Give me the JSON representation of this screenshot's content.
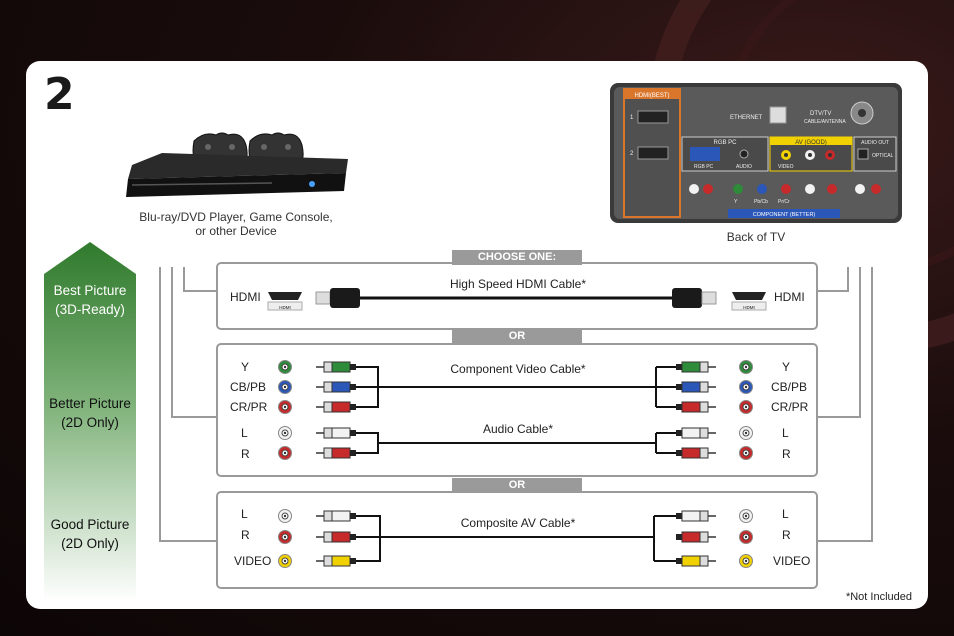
{
  "step": "2",
  "device": {
    "caption_line1": "Blu-ray/DVD Player, Game Console,",
    "caption_line2": "or other Device"
  },
  "tv": {
    "caption": "Back of TV",
    "panel_labels": {
      "hdmi_best": "HDMI(BEST)",
      "port1": "1",
      "port2": "2",
      "ethernet": "ETHERNET",
      "dtv": "DTV/TV",
      "cable_antenna": "CABLE/ANTENNA",
      "rgb_pc": "RGB PC",
      "rgb_pc_port": "RGB PC",
      "audio": "AUDIO",
      "av_good": "AV (GOOD)",
      "video": "VIDEO",
      "audio_out": "AUDIO OUT",
      "optical": "OPTICAL",
      "y": "Y",
      "pb": "Pb/Cb",
      "pr": "Pr/Cr",
      "component_better": "COMPONENT (BETTER)"
    }
  },
  "quality": [
    {
      "line1": "Best Picture",
      "line2": "(3D-Ready)"
    },
    {
      "line1": "Better Picture",
      "line2": "(2D Only)"
    },
    {
      "line1": "Good Picture",
      "line2": "(2D Only)"
    }
  ],
  "choose_one": "CHOOSE ONE:",
  "or_label": "OR",
  "hdmi": {
    "left_label": "HDMI",
    "right_label": "HDMI",
    "cable": "High Speed HDMI Cable*",
    "port_text": "HDMI"
  },
  "component": {
    "cable": "Component Video Cable*",
    "labels_left": [
      "Y",
      "CB/PB",
      "CR/PR"
    ],
    "labels_right": [
      "Y",
      "CB/PB",
      "CR/PR"
    ]
  },
  "audio": {
    "cable": "Audio Cable*",
    "labels_left": [
      "L",
      "R"
    ],
    "labels_right": [
      "L",
      "R"
    ]
  },
  "composite": {
    "cable": "Composite AV Cable*",
    "labels_left": [
      "L",
      "R",
      "VIDEO"
    ],
    "labels_right": [
      "L",
      "R",
      "VIDEO"
    ]
  },
  "note": "*Not Included",
  "colors": {
    "green": "#2e8b3a",
    "blue": "#2a57b8",
    "red": "#c62a2a",
    "white": "#f2f2f2",
    "yellow": "#f2d100",
    "panel_border": "#9a9a9a",
    "arrow_green": "#2f7a2c"
  }
}
